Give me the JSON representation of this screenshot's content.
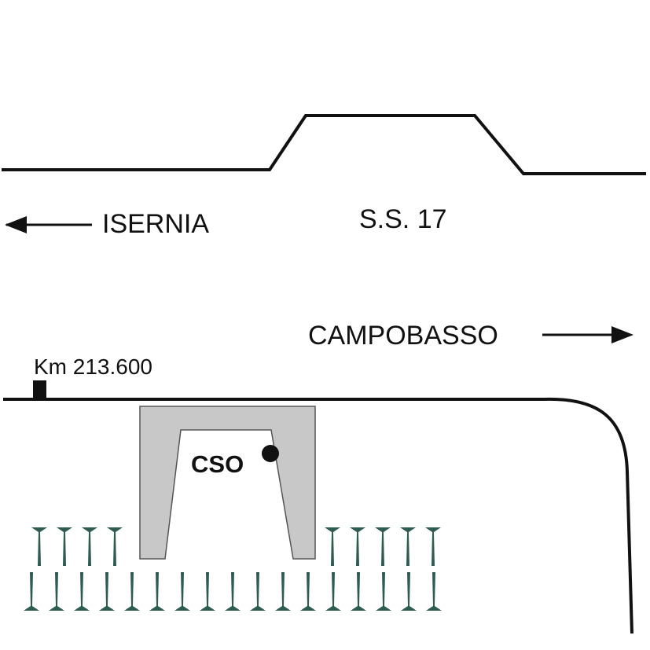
{
  "labels": {
    "isernia": "ISERNIA",
    "ss17": "S.S. 17",
    "campobasso": "CAMPOBASSO",
    "km": "Km 213.600",
    "cso": "CSO"
  },
  "colors": {
    "line": "#111111",
    "tunnel_fill": "#c8c8c8",
    "tunnel_stroke": "#555555",
    "vegetation": "#2e5b52",
    "background": "#ffffff"
  },
  "icons": {
    "isernia_direction": "arrow-left-icon",
    "campobasso_direction": "arrow-right-icon",
    "km_marker": "square-marker-icon",
    "cso_point": "dot-icon",
    "vegetation": "spike-icon"
  }
}
